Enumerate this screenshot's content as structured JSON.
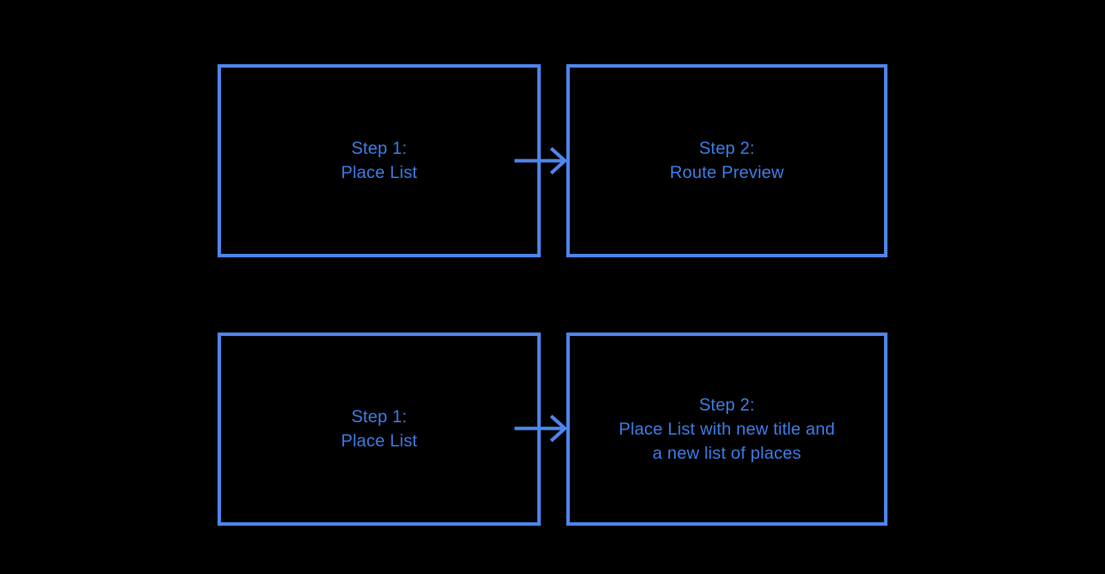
{
  "colors": {
    "background": "#000000",
    "box_border": "#4e86ec",
    "text": "#3d7de8",
    "arrow": "#4e86ec"
  },
  "diagram": {
    "type": "flowchart",
    "description": "Two-row flow diagram, each row has a source step box connected by a right arrow to a target step box",
    "rows": [
      {
        "from": {
          "lines": [
            "Step 1:",
            "Place List"
          ]
        },
        "connector": "right-arrow",
        "to": {
          "lines": [
            "Step 2:",
            "Route Preview"
          ]
        }
      },
      {
        "from": {
          "lines": [
            "Step 1:",
            "Place List"
          ]
        },
        "connector": "right-arrow",
        "to": {
          "lines": [
            "Step 2:",
            "Place List with new title and",
            "a new list of places"
          ]
        }
      }
    ]
  }
}
